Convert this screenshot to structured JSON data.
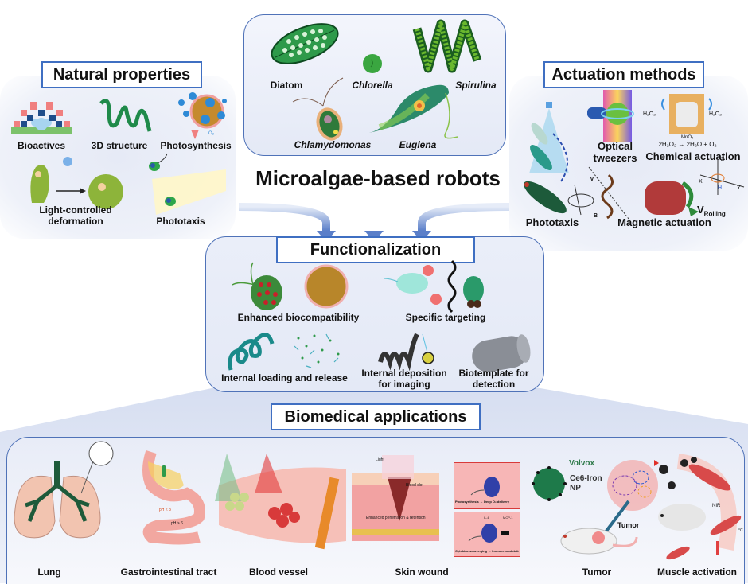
{
  "center": {
    "title": "Microalgae-based robots",
    "species": [
      {
        "name": "Diatom",
        "italic": false
      },
      {
        "name": "Chlorella",
        "italic": true
      },
      {
        "name": "Spirulina",
        "italic": true
      },
      {
        "name": "Chlamydomonas",
        "italic": true
      },
      {
        "name": "Euglena",
        "italic": true
      }
    ]
  },
  "natural_properties": {
    "title": "Natural properties",
    "items": [
      "Bioactives",
      "3D structure",
      "Photosynthesis",
      "Light-controlled deformation",
      "Phototaxis"
    ],
    "light_controlled_line1": "Light-controlled",
    "light_controlled_line2": "deformation",
    "o2_label": "O₂"
  },
  "actuation_methods": {
    "title": "Actuation methods",
    "items": [
      "Phototaxis",
      "Optical tweezers",
      "Chemical actuation",
      "Magnetic actuation"
    ],
    "optical_line1": "Optical",
    "optical_line2": "tweezers",
    "h2o2_left": "H₂O₂",
    "h2o2_right": "H₂O₂",
    "reaction": "2H₂O₂ → 2H₂O + O₂",
    "catalyst": "MnO₂",
    "v_rolling": "V",
    "v_rolling_sub": "Rolling",
    "axis_labels": [
      "Z",
      "X",
      "Y",
      "H"
    ],
    "vector_labels": [
      "v",
      "B"
    ]
  },
  "functionalization": {
    "title": "Functionalization",
    "items": [
      "Enhanced biocompatibility",
      "Specific targeting",
      "Internal loading and release",
      "Internal deposition for imaging",
      "Biotemplate for detection"
    ],
    "deposition_line1": "Internal deposition",
    "deposition_line2": "for imaging",
    "biotemplate_line1": "Biotemplate for",
    "biotemplate_line2": "detection"
  },
  "biomedical_applications": {
    "title": "Biomedical applications",
    "items": [
      "Lung",
      "Gastrointestinal tract",
      "Blood vessel",
      "Skin wound",
      "Tumor",
      "Muscle activation"
    ],
    "gi_ph_stomach": "pH < 3",
    "gi_ph_intestine": "pH > 6",
    "skin_light": "Light",
    "skin_blood_clot": "Blood clot",
    "skin_penetration": "Enhanced penetration & retention",
    "skin_box1_caption": "Photosynthesis → Deep O₂ delivery",
    "skin_box2_caption": "Cytokine scavenging → Immune modulation",
    "skin_il6": "IL-6",
    "skin_mcp1": "MCP-1",
    "tumor_volvox": "Volvox",
    "tumor_np_line1": "Ce6-Iron",
    "tumor_np_line2": "NP",
    "tumor_callout": "Tumor",
    "muscle_nir": "NIR",
    "temp_unit": "°C"
  },
  "colors": {
    "panel_border": "#4f72b8",
    "title_border": "#3f6fc2",
    "arrow_blue": "#5b7fc9",
    "algae_green": "#2e9a4a",
    "tissue_pink": "#f2a7a0"
  }
}
